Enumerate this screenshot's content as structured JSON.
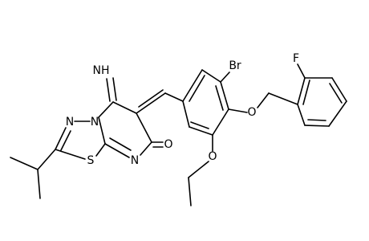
{
  "atoms": {
    "imine": "NH",
    "imine_n": "N",
    "ring_n_top": "N",
    "ring_n_bottom": "N",
    "sulfur": "S",
    "carbonyl_o": "O",
    "bromine": "Br",
    "ether_o": "O",
    "ethoxy_o": "O",
    "fluorine": "F"
  }
}
